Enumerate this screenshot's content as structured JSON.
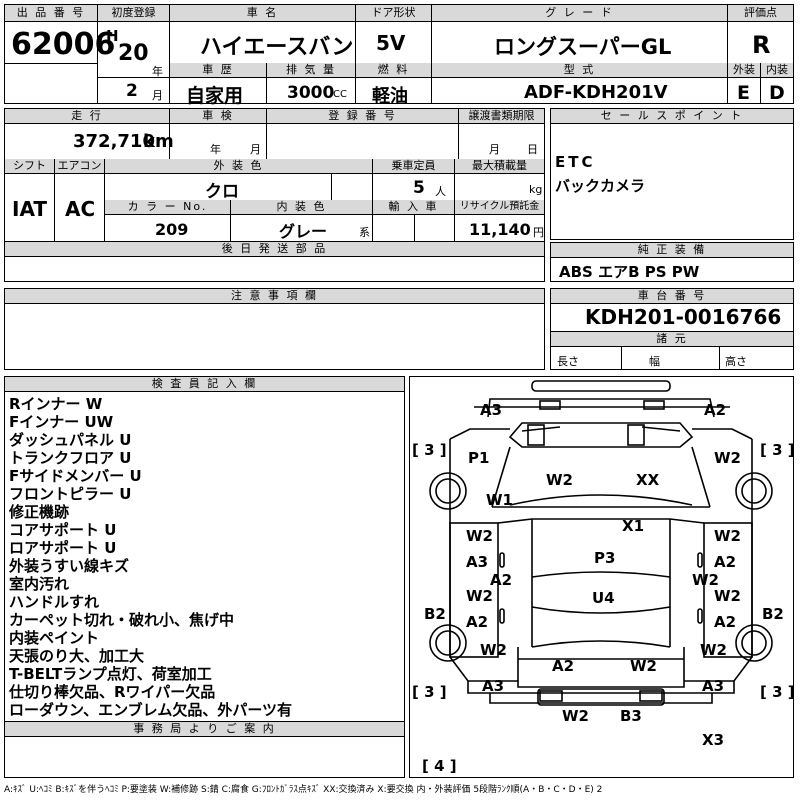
{
  "header": {
    "lot_label": "出 品 番 号",
    "lot_value": "62006",
    "reg_label": "初度登録",
    "era": "H",
    "year": "20",
    "year_unit": "年",
    "month": "2",
    "month_unit": "月",
    "name_label": "車 名",
    "name_value": "ハイエースバン",
    "door_label": "ドア形状",
    "door_value": "5V",
    "grade_label": "グ レ ー ド",
    "grade_value": "ロングスーパーGL",
    "score_label": "評価点",
    "score_value": "R",
    "history_label": "車 歴",
    "history_value": "自家用",
    "displacement_label": "排 気 量",
    "displacement_value": "3000",
    "displacement_unit": "CC",
    "fuel_label": "燃 料",
    "fuel_value": "軽油",
    "model_label": "型 式",
    "model_value": "ADF-KDH201V",
    "exterior_label": "外装",
    "exterior_value": "E",
    "interior_label": "内装",
    "interior_value": "D"
  },
  "row2": {
    "mileage_label": "走 行",
    "mileage_value": "372,710",
    "mileage_unit": "km",
    "inspection_label": "車 検",
    "inspection_year": "年",
    "inspection_month": "月",
    "plate_label": "登 録 番 号",
    "transfer_label": "譲渡書類期限",
    "transfer_month": "月",
    "transfer_day": "日",
    "sales_label": "セ ー ル ス ポ イ ン ト",
    "sales_points": [
      "ETC",
      "バックカメラ"
    ]
  },
  "row3": {
    "shift_label": "シフト",
    "shift_value": "IAT",
    "ac_label": "エアコン",
    "ac_value": "AC",
    "ext_color_label": "外 装 色",
    "ext_color_value": "クロ",
    "capacity_label": "乗車定員",
    "capacity_value": "5",
    "capacity_unit": "人",
    "load_label": "最大積載量",
    "load_unit": "kg",
    "color_no_label": "カ ラ ー No.",
    "color_no_value": "209",
    "int_color_label": "内 装 色",
    "int_color_value": "グレー",
    "int_color_unit": "系",
    "import_label": "輸 入 車",
    "recycle_label": "リサイクル預託金",
    "recycle_value": "11,140",
    "recycle_unit": "円"
  },
  "delivery_label": "後 日 発 送 部 品",
  "equipment_label": "純 正 装 備",
  "equipment_value": "ABS エアB PS PW",
  "caution_label": "注 意 事 項 欄",
  "chassis_label": "車 台 番 号",
  "chassis_value": "KDH201-0016766",
  "dims_label": "諸 元",
  "dims_length": "長さ",
  "dims_width": "幅",
  "dims_height": "高さ",
  "inspector_label": "検 査 員 記 入 欄",
  "inspector_notes": [
    "Rインナー W",
    "Fインナー UW",
    "ダッシュパネル U",
    "トランクフロア U",
    "Fサイドメンバー U",
    "フロントピラー U",
    "修正機跡",
    "コアサポート U",
    "ロアサポート U",
    "外装うすい線キズ",
    "室内汚れ",
    "ハンドルすれ",
    "カーペット切れ・破れ小、焦げ中",
    "内装ペイント",
    "天張のり大、加工大",
    "T-BELTランプ点灯、荷室加工",
    "仕切り棒欠品、Rワイパー欠品",
    "ローダウン、エンブレム欠品、外パーツ有"
  ],
  "office_label": "事 務 局 よ り ご 案 内",
  "diagram_marks": {
    "a3_tl": "A3",
    "a2_tr": "A2",
    "p1": "P1",
    "w2_tl": "W2",
    "w2_tr": "W2",
    "xx": "XX",
    "w1": "W1",
    "x1": "X1",
    "w2_ml": "W2",
    "w2_mr": "W2",
    "a3_ml": "A3",
    "a2_mr": "A2",
    "p3": "P3",
    "a2_c1": "A2",
    "w2_c1": "W2",
    "b2_l": "B2",
    "b2_r": "B2",
    "w2_ll": "W2",
    "w2_lr": "W2",
    "a2_ll": "A2",
    "a2_lr": "A2",
    "u4": "U4",
    "w2_bl": "W2",
    "w2_br": "W2",
    "a2_b": "A2",
    "w2_b": "W2",
    "a3_bl": "A3",
    "a3_br": "A3",
    "w2_tail": "W2",
    "b3_tail": "B3",
    "x3": "X3",
    "br_tl": "[ 3 ]",
    "br_tr": "[ 3 ]",
    "br_bl": "[ 3 ]",
    "br_br": "[ 3 ]",
    "br_bottom": "[ 4 ]"
  },
  "legend": "A:ｷｽﾞ U:ﾍｺﾐ B:ｷｽﾞを伴うﾍｺﾐ P:要塗装 W:補修跡 S:錆 C:腐食 G:ﾌﾛﾝﾄｶﾞﾗｽ点ｷｽﾞ XX:交換済み X:要交換 内・外装評価 5段階ﾗﾝｸ順(A・B・C・D・E) 2"
}
